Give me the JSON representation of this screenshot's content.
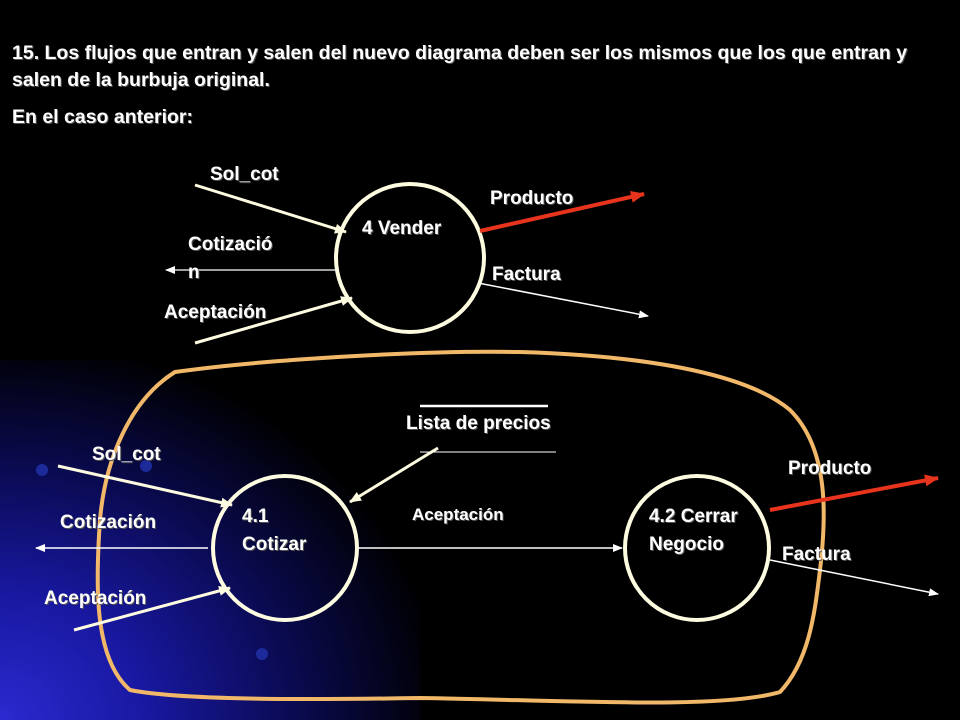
{
  "slide": {
    "title": "15. Los flujos que entran y salen del nuevo diagrama deben ser los mismos que los que entran y salen de la burbuja original.",
    "subtitle": "En el caso anterior:"
  },
  "top_diagram": {
    "process": "4 Vender",
    "inputs": [
      "Sol_cot",
      "Aceptación"
    ],
    "outputs": [
      "Cotización",
      "Producto",
      "Factura"
    ],
    "flows": {
      "sol_cot": "Sol_cot",
      "cotizacion_line1": "Cotizació",
      "cotizacion_line2": "n",
      "aceptacion": "Aceptación",
      "producto": "Producto",
      "factura": "Factura"
    }
  },
  "bottom_diagram": {
    "process_1_line1": "4.1",
    "process_1_line2": "Cotizar",
    "process_2_line1": "4.2  Cerrar",
    "process_2_line2": "Negocio",
    "datastore": "Lista de precios",
    "flows": {
      "sol_cot": "Sol_cot",
      "cotizacion": "Cotización",
      "aceptacion_in": "Aceptación",
      "aceptacion_internal": "Aceptación",
      "producto": "Producto",
      "factura": "Factura"
    }
  },
  "colors": {
    "background": "#000000",
    "text": "#ffffff",
    "bubble_stroke": "#fdfbe0",
    "boundary": "#f2b86a",
    "highlight_arrow": "#e8341c",
    "accent_glow": "#1818a0"
  }
}
